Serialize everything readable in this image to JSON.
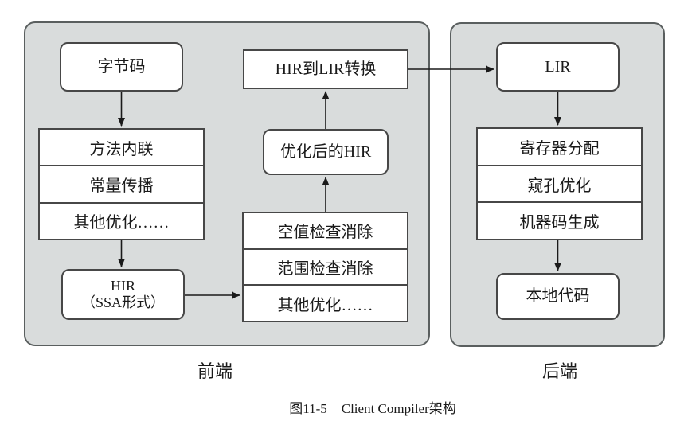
{
  "figure": {
    "number": "图11-5",
    "title": "Client Compiler架构"
  },
  "panels": {
    "frontend": {
      "label": "前端"
    },
    "backend": {
      "label": "后端"
    }
  },
  "nodes": {
    "bytecode": "字节码",
    "frontend_opts": [
      "方法内联",
      "常量传播",
      "其他优化……"
    ],
    "hir_line1": "HIR",
    "hir_line2": "（SSA形式）",
    "mid_opts": [
      "空值检查消除",
      "范围检查消除",
      "其他优化……"
    ],
    "optimized_hir": "优化后的HIR",
    "hir_to_lir": "HIR到LIR转换",
    "lir": "LIR",
    "backend_stages": [
      "寄存器分配",
      "窥孔优化",
      "机器码生成"
    ],
    "native_code": "本地代码"
  },
  "colors": {
    "panel_fill": "#d9dcdc",
    "panel_border": "#5a5f5f",
    "box_fill": "#ffffff",
    "box_border": "#474747",
    "arrow": "#1a1a1a",
    "text": "#1a1a1a"
  }
}
